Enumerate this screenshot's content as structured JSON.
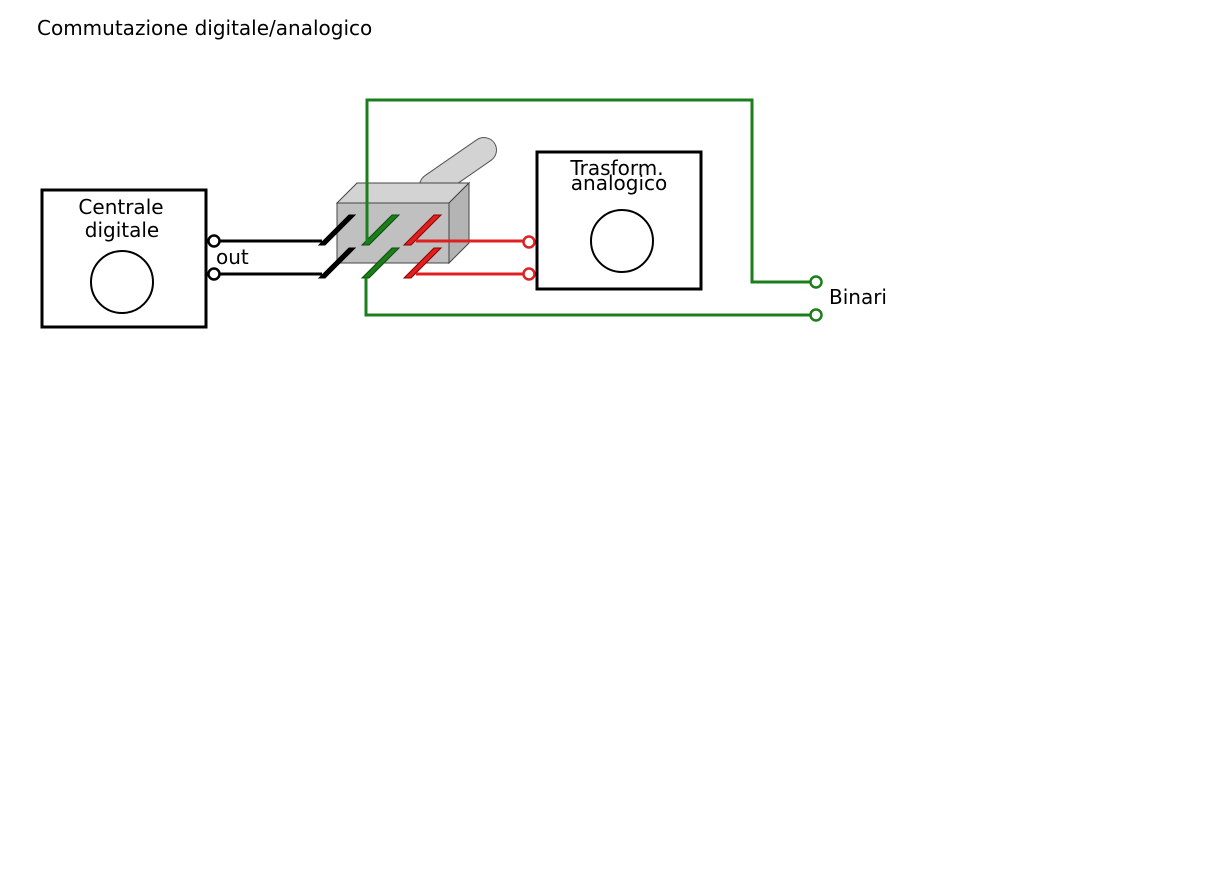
{
  "title": "Commutazione digitale/analogico",
  "digital_station": {
    "label_line1": "Centrale",
    "label_line2": "digitale",
    "output_label": "out"
  },
  "analog_transformer": {
    "label_line1": "Trasform.",
    "label_line2": "analogico"
  },
  "tracks_label": "Binari",
  "colors": {
    "digital_wire": "#000000",
    "track_wire": "#1a7f1a",
    "analog_wire": "#e02020",
    "switch_body": "#c0c0c0",
    "switch_lever": "#d3d3d3"
  }
}
